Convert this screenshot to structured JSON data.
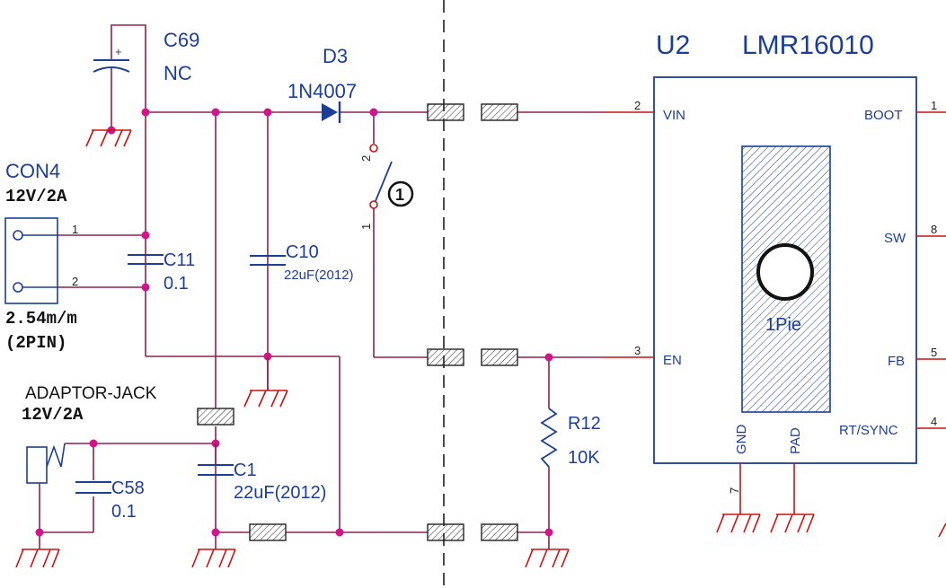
{
  "components": {
    "c69": {
      "ref": "C69",
      "value": "NC"
    },
    "d3": {
      "ref": "D3",
      "value": "1N4007"
    },
    "con4": {
      "ref": "CON4",
      "rating": "12V/2A",
      "pitch": "2.54m/m",
      "pins": "(2PIN)",
      "pin1": "1",
      "pin2": "2"
    },
    "c11": {
      "ref": "C11",
      "value": "0.1"
    },
    "c10": {
      "ref": "C10",
      "value": "22uF(2012)"
    },
    "adaptor": {
      "ref": "ADAPTOR-JACK",
      "rating": "12V/2A"
    },
    "c58": {
      "ref": "C58",
      "value": "0.1"
    },
    "c1": {
      "ref": "C1",
      "value": "22uF(2012)"
    },
    "r12": {
      "ref": "R12",
      "value": "10K"
    },
    "switch": {
      "pin1": "1",
      "pin2": "2",
      "marker": "1"
    },
    "u2": {
      "ref": "U2",
      "part": "LMR16010",
      "pad_label": "1Pie",
      "pins": {
        "vin": {
          "num": "2",
          "name": "VIN"
        },
        "en": {
          "num": "3",
          "name": "EN"
        },
        "gnd": {
          "num": "7",
          "name": "GND"
        },
        "pad": {
          "name": "PAD"
        },
        "boot": {
          "num": "1",
          "name": "BOOT"
        },
        "sw": {
          "num": "8",
          "name": "SW"
        },
        "fb": {
          "num": "5",
          "name": "FB"
        },
        "rtsync": {
          "num": "4",
          "name": "RT/SYNC"
        }
      }
    }
  },
  "colors": {
    "wire": "#8b2252",
    "pin": "#cc1111",
    "label": "#1c3f95",
    "junction": "#d1138c",
    "divider": "#000000"
  }
}
